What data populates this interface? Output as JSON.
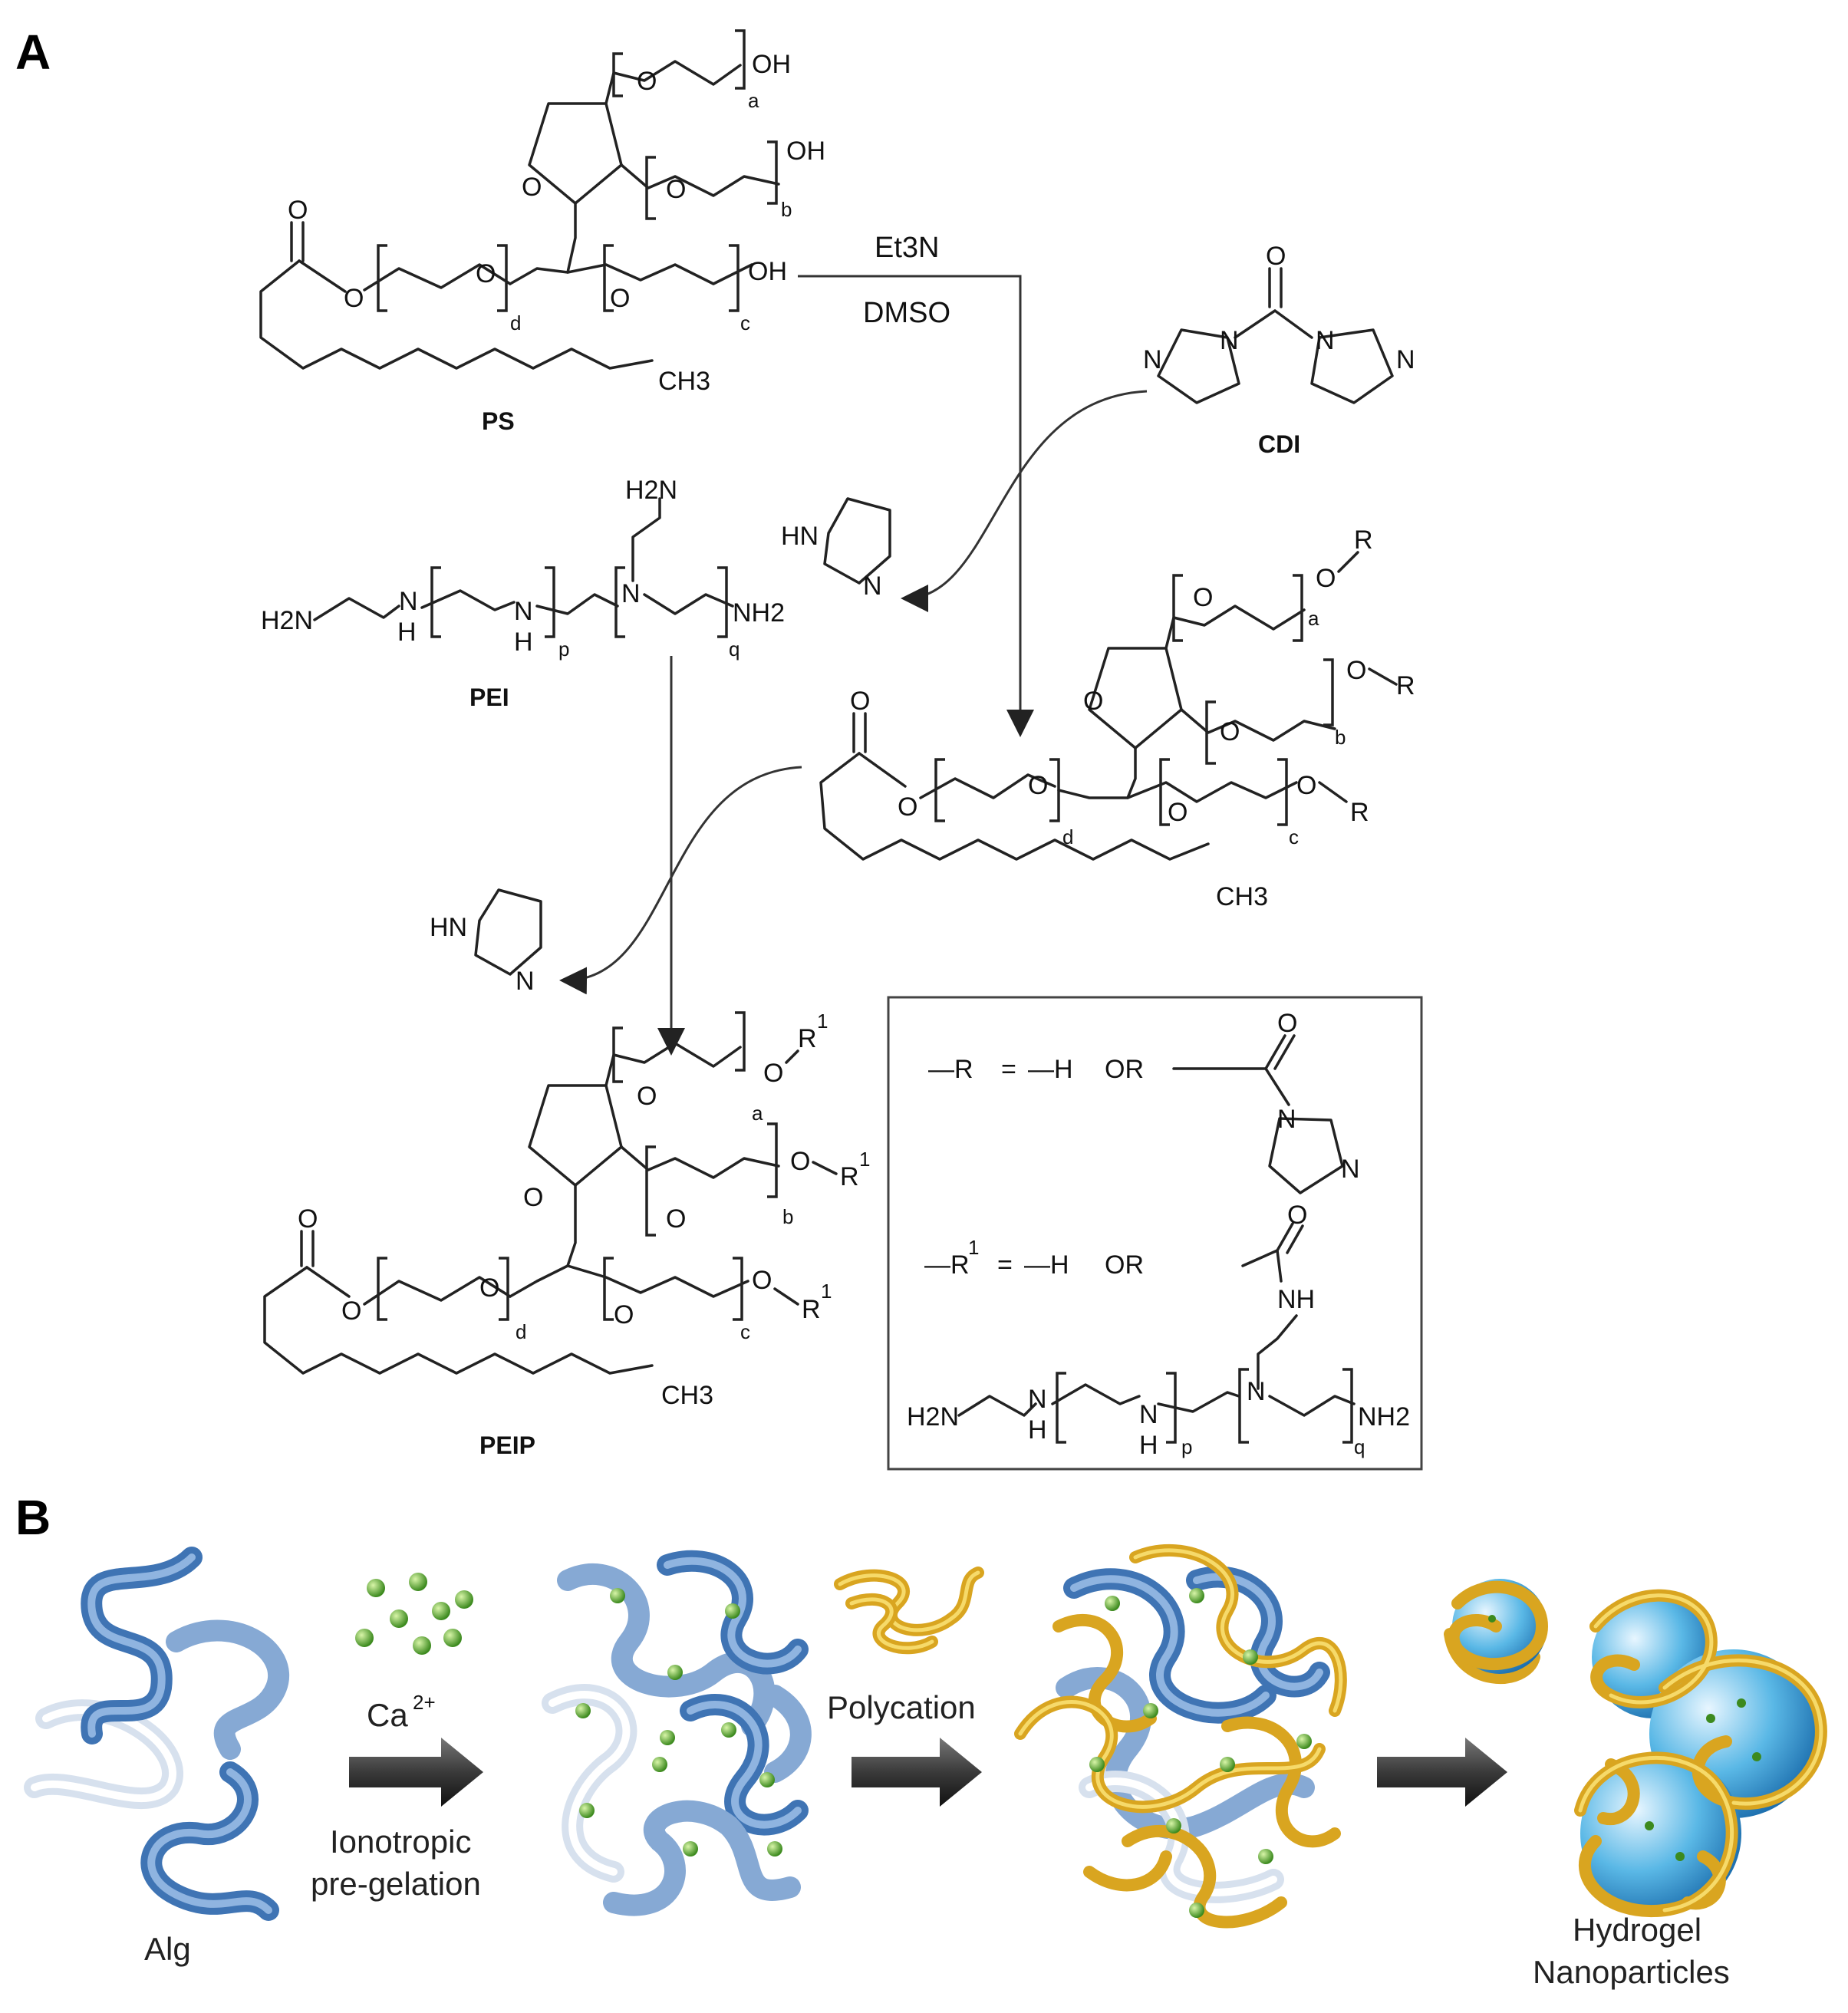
{
  "panel_a": {
    "label": "A",
    "ps": {
      "name": "PS",
      "oh1": "OH",
      "oh2": "OH",
      "oh3": "OH",
      "ch3": "CH3",
      "sub_a": "a",
      "sub_b": "b",
      "sub_c": "c",
      "sub_d": "d"
    },
    "conditions": {
      "reagent": "Et3N",
      "solvent": "DMSO"
    },
    "cdi": {
      "name": "CDI",
      "n1": "N",
      "n2": "N",
      "n3": "N",
      "n4": "N",
      "o": "O"
    },
    "imidazole": {
      "hn": "HN",
      "n": "N"
    },
    "pei": {
      "name": "PEI",
      "h2n_left": "H2N",
      "h2n_top": "H2N",
      "nh2_right": "NH2",
      "n": "N",
      "h": "H",
      "sub_p": "p",
      "sub_q": "q"
    },
    "intermediate": {
      "or": "O",
      "r": "R",
      "ch3": "CH3"
    },
    "peip": {
      "name": "PEIP",
      "r1": "R",
      "sup1": "1",
      "ch3": "CH3"
    },
    "legend": {
      "r_line": {
        "lhs": "—R",
        "eq": "=",
        "h": "—H",
        "or_word": "OR"
      },
      "r1_line": {
        "lhs": "—R",
        "sup": "1",
        "eq": "=",
        "h": "—H",
        "or_word": "OR"
      },
      "nh": "NH",
      "h2n": "H2N",
      "nh2": "NH2"
    }
  },
  "panel_b": {
    "label": "B",
    "alg_label": "Alg",
    "ca_label": "Ca",
    "ca_charge": "2+",
    "step1_line1": "Ionotropic",
    "step1_line2": "pre-gelation",
    "polycation_label": "Polycation",
    "product_line1": "Hydrogel",
    "product_line2": "Nanoparticles"
  }
}
